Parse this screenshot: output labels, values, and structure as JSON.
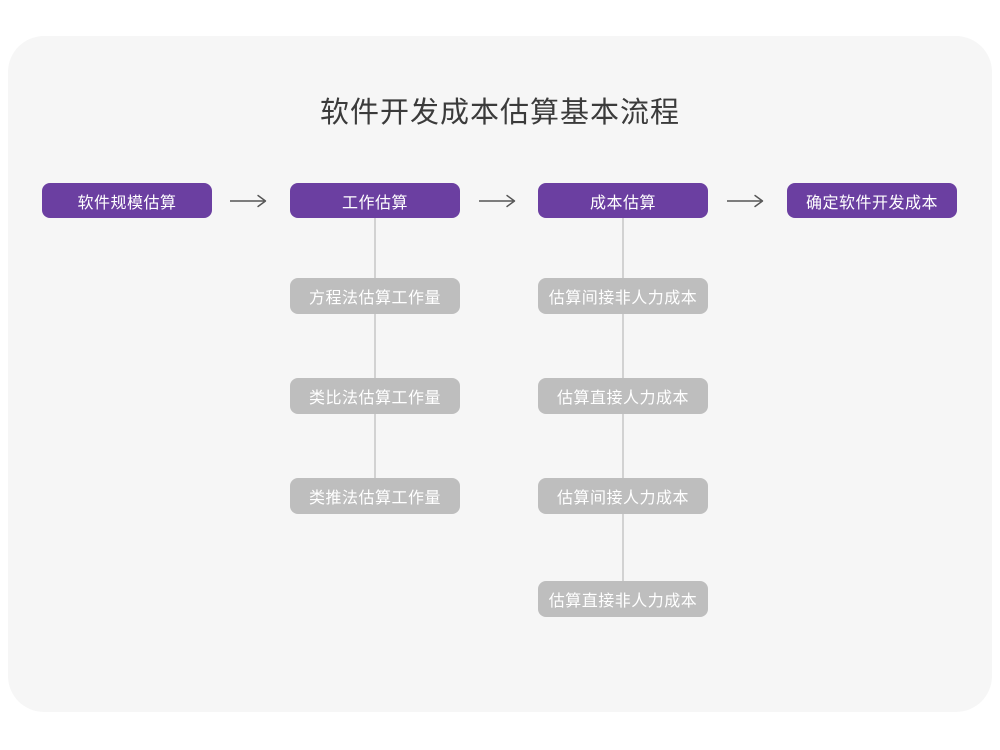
{
  "page": {
    "title": "软件开发成本估算基本流程"
  },
  "colors": {
    "page_bg": "#ffffff",
    "card_bg": "#f6f6f6",
    "step_bg": "#6b3fa1",
    "sub_step_bg": "#bebebe",
    "box_text": "#ffffff",
    "title_text": "#3b3b3b",
    "arrow": "#555555",
    "connector": "#d2d2d2"
  },
  "flow": {
    "main_steps": [
      {
        "label": "软件规模估算"
      },
      {
        "label": "工作估算"
      },
      {
        "label": "成本估算"
      },
      {
        "label": "确定软件开发成本"
      }
    ],
    "work_estimation_methods": [
      "方程法估算工作量",
      "类比法估算工作量",
      "类推法估算工作量"
    ],
    "cost_estimation_items": [
      "估算间接非人力成本",
      "估算直接人力成本",
      "估算间接人力成本",
      "估算直接非人力成本"
    ]
  }
}
